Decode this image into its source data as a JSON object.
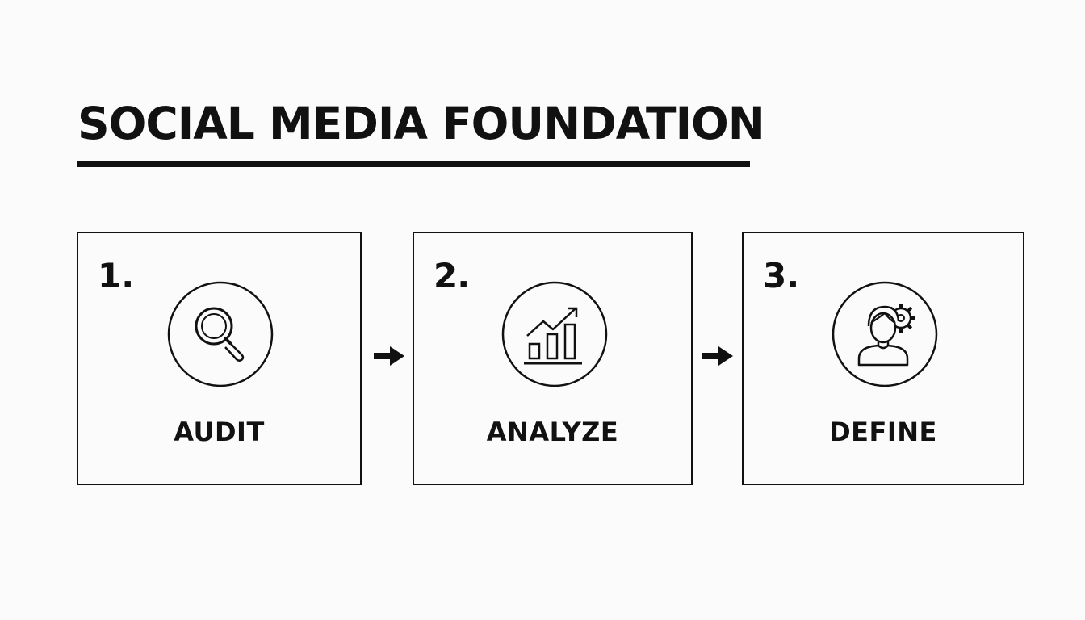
{
  "title": "SOCIAL MEDIA FOUNDATION",
  "steps": [
    {
      "number": "1.",
      "label": "AUDIT",
      "icon": "magnifying-glass-icon"
    },
    {
      "number": "2.",
      "label": "ANALYZE",
      "icon": "bar-chart-trend-icon"
    },
    {
      "number": "3.",
      "label": "DEFINE",
      "icon": "person-gear-icon"
    }
  ],
  "colors": {
    "ink": "#111111",
    "background": "#fbfbfb"
  }
}
